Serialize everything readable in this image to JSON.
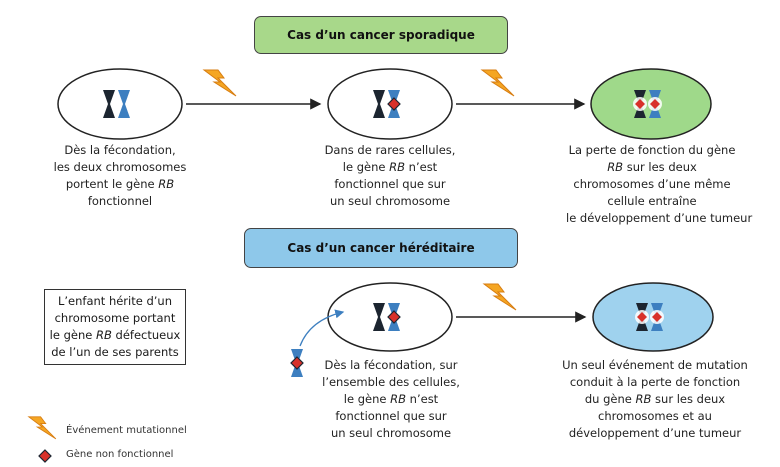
{
  "colors": {
    "sporadic_banner": "#a8d88a",
    "hereditary_banner": "#8ec8ea",
    "tumor_cell_green": "#9fd98a",
    "tumor_cell_blue": "#9fd2ee",
    "lightning": "#f5a623",
    "chromosome_dark": "#1c2530",
    "chromosome_blue": "#3d7fc0",
    "mutation_red": "#d8312a"
  },
  "sporadic": {
    "title": "Cas d’un cancer sporadique",
    "step1": [
      "Dès la fécondation,",
      "les deux chromosomes",
      "portent le gène ",
      "RB",
      "fonctionnel"
    ],
    "step2": [
      "Dans de rares cellules,",
      "le gène ",
      "RB",
      " n’est",
      "fonctionnel que sur",
      "un seul chromosome"
    ],
    "step3": [
      "La perte de fonction du gène",
      "RB",
      " sur les deux",
      "chromosomes d’une même",
      "cellule entraîne",
      "le développement d’une tumeur"
    ]
  },
  "hereditary": {
    "title": "Cas d’un cancer héréditaire",
    "box": [
      "L’enfant hérite d’un",
      "chromosome portant",
      "le gène ",
      "RB",
      " défectueux",
      "de l’un de ses parents"
    ],
    "step2": [
      "Dès la fécondation, sur",
      "l’ensemble des cellules,",
      "le gène ",
      "RB",
      " n’est",
      "fonctionnel que sur",
      "un seul chromosome"
    ],
    "step3": [
      "Un seul événement de mutation",
      "conduit à la perte de fonction",
      "du gène ",
      "RB",
      " sur les deux",
      "chromosomes et au",
      "développement d’une tumeur"
    ]
  },
  "legend": {
    "mutation_event": "Événement mutationnel",
    "nonfunctional_gene": "Gène non fonctionnel"
  },
  "icons": {
    "lightning": "lightning-icon",
    "mutation": "mutation-marker-icon"
  }
}
